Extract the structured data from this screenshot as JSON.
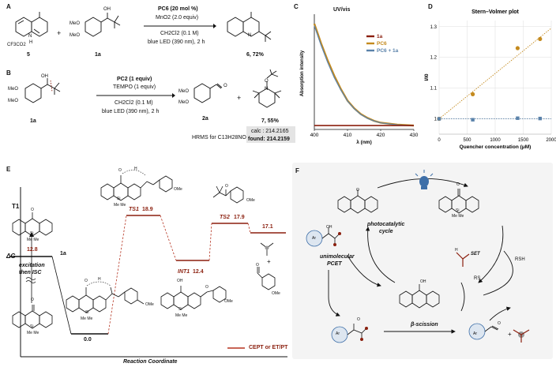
{
  "colors": {
    "accent_red": "#8b1f0e",
    "series_1a": "#8b1f0e",
    "series_pc6": "#c48a1e",
    "series_pc6_1a": "#5a82aa",
    "cept_red": "#b5321f",
    "bulb_blue": "#3e6fa8",
    "panel_bg": "#f4f4f4"
  },
  "panel_labels": {
    "a": "A",
    "b": "B",
    "c": "C",
    "d": "D",
    "e": "E",
    "f": "F"
  },
  "panel_a": {
    "compound_5": "5",
    "counterion": "CF3CO2",
    "nh": "N",
    "h": "H",
    "plus": "+",
    "oh": "OH",
    "ome_top": "MeO",
    "ome_bottom": "MeO",
    "compound_1a": "1a",
    "cond_cat": "PC6 (20 mol %)",
    "cond_ox": "MnO2 (2.0 equiv)",
    "cond_solv": "CH2Cl2 (0.1 M)",
    "cond_light": "blue LED (390 nm), 2 h",
    "n_label": "N",
    "product": "6, 72%"
  },
  "panel_b": {
    "oh": "OH",
    "meo_top": "MeO",
    "meo_bottom": "MeO",
    "compound_1a": "1a",
    "cond_cat": "PC2 (1 equiv)",
    "cond_tempo": "TEMPO (1 equiv)",
    "cond_solv": "CH2Cl2 (0.1 M)",
    "cond_light": "blue LED (390 nm), 2 h",
    "ald_o": "O",
    "meo_2a_top": "MeO",
    "meo_2a_bottom": "MeO",
    "compound_2a": "2a",
    "plus": "+",
    "tempo_o": "O",
    "tempo_n": "N",
    "product_7": "7, 55%",
    "hrms": "HRMS for C13H28NO+",
    "calc": "calc : 214.2165",
    "found": "found: 214.2159"
  },
  "chart_data": [
    {
      "type": "line",
      "title": "UV/vis",
      "xlabel": "λ (nm)",
      "ylabel": "Absorption intensity",
      "x_ticks": [
        "400",
        "410",
        "420",
        "430"
      ],
      "xlim": [
        400,
        430
      ],
      "legend_position": "top-right",
      "series": [
        {
          "name": "1a",
          "x": [
            400,
            405,
            410,
            415,
            420,
            425,
            430
          ],
          "y": [
            0.02,
            0.02,
            0.02,
            0.02,
            0.02,
            0.02,
            0.02
          ]
        },
        {
          "name": "PC6",
          "x": [
            400,
            402,
            404,
            406,
            408,
            410,
            412,
            414,
            416,
            418,
            420,
            425,
            430
          ],
          "y": [
            0.55,
            0.45,
            0.36,
            0.28,
            0.21,
            0.15,
            0.11,
            0.08,
            0.06,
            0.045,
            0.035,
            0.025,
            0.02
          ]
        },
        {
          "name": "PC6 + 1a",
          "x": [
            400,
            402,
            404,
            406,
            408,
            410,
            412,
            414,
            416,
            418,
            420,
            425,
            430
          ],
          "y": [
            0.54,
            0.44,
            0.35,
            0.27,
            0.205,
            0.148,
            0.108,
            0.078,
            0.058,
            0.044,
            0.034,
            0.024,
            0.02
          ]
        }
      ]
    },
    {
      "type": "scatter",
      "title": "Stern–Volmer plot",
      "xlabel": "Quencher concentration (μM)",
      "ylabel": "I/I0",
      "x_ticks": [
        "0",
        "500",
        "1000",
        "1500",
        "2000"
      ],
      "y_ticks": [
        "1",
        "1.1",
        "1.2",
        "1.3"
      ],
      "xlim": [
        0,
        2000
      ],
      "ylim": [
        0.95,
        1.32
      ],
      "grid": true,
      "series": [
        {
          "x": [
            0,
            600,
            1400,
            1800
          ],
          "y": [
            1.0,
            1.08,
            1.23,
            1.26
          ],
          "trendline": "dotted"
        },
        {
          "x": [
            0,
            600,
            1400,
            1800
          ],
          "y": [
            1.0,
            0.997,
            1.002,
            1.001
          ],
          "trendline": "dotted"
        }
      ]
    }
  ],
  "panel_e": {
    "y_axis": "ΔG",
    "x_axis": "Reaction Coordinate",
    "t1": "T1",
    "t1_o": "O",
    "t1_si": "Si",
    "t1_me": "Me Me",
    "t1_energy": "12.8",
    "reagent_1a": "1a",
    "excitation": "excitation",
    "then_isc": "then ISC",
    "ground_o": "O",
    "ground_si": "Si",
    "ground_me": "Me Me",
    "complex_o": "O",
    "complex_h": "H",
    "complex_si": "Si",
    "complex_me": "Me Me",
    "complex_ome": "OMe",
    "complex_energy": "0.0",
    "ts1_label": "TS1",
    "ts1_energy": "18.9",
    "ts1_o": "O",
    "ts1_h": "H",
    "ts1_si": "Si",
    "ts1_me": "Me Me",
    "ts1_ome": "OMe",
    "int1_label": "INT1",
    "int1_energy": "12.4",
    "int1_oh": "OH",
    "int1_o": "O",
    "int1_si": "Si",
    "int1_me": "Me Me",
    "int1_ome": "OMe",
    "ts2_label": "TS2",
    "ts2_energy": "17.9",
    "ts2_o": "O",
    "ts2_ome": "OMe",
    "final_energy": "17.1",
    "final_plus": "+",
    "final_o": "O",
    "final_ome": "OMe",
    "legend": "CEPT or ET/PT"
  },
  "panel_f": {
    "cycle_label_1": "photocatalytic",
    "cycle_label_2": "cycle",
    "pcet_1": "unimolecular",
    "pcet_2": "PCET",
    "set": "SET",
    "rsh": "RSH",
    "rs": "RS",
    "beta": "β-scission",
    "oh": "OH",
    "ar1": "Ar",
    "ar2": "Ar",
    "ar3": "Ar",
    "o_radical": "O",
    "o_radical2": "O",
    "o_top": "O",
    "o_right": "O",
    "oh_mid": "OH",
    "h": "H",
    "si": "Si",
    "me": "Me Me",
    "plus": "+",
    "ald_o": "O"
  }
}
